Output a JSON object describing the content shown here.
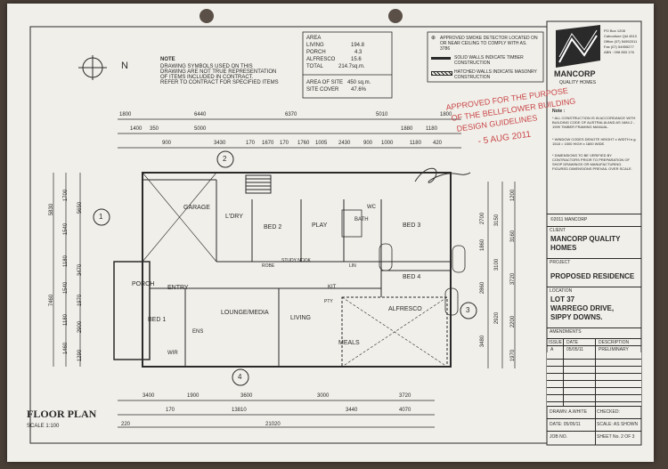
{
  "note": {
    "heading": "NOTE",
    "lines": [
      "DRAWING SYMBOLS USED ON THIS",
      "DRAWING ARE NOT TRUE REPRESENTATION",
      "OF ITEMS INCLUDED IN CONTRACT.",
      "REFER TO CONTRACT FOR SPECIFIED ITEMS"
    ]
  },
  "area_table": {
    "heading": "AREA",
    "rows": [
      {
        "label": "LIVING",
        "value": "194.8"
      },
      {
        "label": "PORCH",
        "value": "4.3"
      },
      {
        "label": "ALFRESCO",
        "value": "15.6"
      },
      {
        "label": "TOTAL",
        "value": "214.7sq.m."
      }
    ],
    "site_rows": [
      {
        "label": "AREA OF SITE",
        "value": "450 sq.m."
      },
      {
        "label": "SITE COVER",
        "value": "47.6%"
      }
    ]
  },
  "legend": {
    "smoke": "APPROVED SMOKE DETECTOR LOCATED ON OR NEAR CEILING TO COMPLY WITH AS. 3786",
    "solid": "SOLID WALLS INDICATE TIMBER CONSTRUCTION",
    "hatched": "HATCHED WALLS INDICATE MASONRY CONSTRUCTION"
  },
  "stamp": {
    "line1": "APPROVED FOR THE PURPOSE",
    "line2": "OF THE BELLFLOWER BUILDING",
    "line3": "DESIGN GUIDELINES",
    "date": "- 5 AUG 2011"
  },
  "company": {
    "name": "MANCORP",
    "tagline": "QUALITY HOMES",
    "address": [
      "PO Box 1208",
      "Caboolture Qld 4510",
      "Office (07) 54952011",
      "Fax (07) 54955277",
      "ABN : 098 853 176"
    ],
    "copyright": "©2011 MANCORP"
  },
  "notes": {
    "heading": "Note :",
    "items": [
      "* ALL CONSTRUCTION IS IN ACCORDANCE WITH BUILDING CODE OF AUSTRALIA AND AS 1684.2 - 1999 TIMBER FRAMING MANUAL.",
      "* WINDOW CODES DENOTE HEIGHT x WIDTH e.g. 1518 = 1500 HIGH x 1800 WIDE.",
      "* DIMENSIONS TO BE VERIFIED BY CONTRACTORS PRIOR TO PREPARATION OF SHOP DRAWINGS OR MANUFACTURING. FIGURED DIMENSIONS PREVAIL OVER SCALE."
    ]
  },
  "title_block": {
    "client_label": "CLIENT",
    "client": "MANCORP QUALITY HOMES",
    "project_label": "PROJECT",
    "project": "PROPOSED RESIDENCE",
    "location_label": "LOCATION",
    "location": [
      "LOT 37",
      "WARREGO DRIVE,",
      "SIPPY DOWNS."
    ],
    "amendments_label": "AMENDMENTS",
    "amend_headers": [
      "ISSUE",
      "DATE",
      "DESCRIPTION"
    ],
    "amend_row": [
      "A",
      "05/05/11",
      "PRELIMINARY"
    ],
    "drawn": "DRAWN: A.WHITE",
    "checked": "CHECKED:",
    "date": "DATE: 05/05/11",
    "scale": "SCALE: AS SHOWN",
    "job": "JOB NO.",
    "sheet": "SHEET No. 2 OF 3"
  },
  "drawing": {
    "title": "FLOOR PLAN",
    "scale": "SCALE 1:100",
    "north": "N",
    "rooms": {
      "garage": "GARAGE",
      "ldry": "L'DRY",
      "bed2": "BED 2",
      "play": "PLAY",
      "bath": "BATH",
      "wc": "WC",
      "bed3": "BED 3",
      "bed4": "BED 4",
      "porch": "PORCH",
      "entry": "ENTRY",
      "bed1": "BED 1",
      "lounge": "LOUNGE/MEDIA",
      "living": "LIVING",
      "kit": "KIT",
      "alfresco": "ALFRESCO",
      "meals": "MEALS",
      "ens": "ENS",
      "wir": "WIR",
      "study": "STUDY NOOK",
      "robe": "ROBE",
      "linen": "LIN",
      "pty": "PTY"
    },
    "top_dims": [
      "1800",
      "6440",
      "6370",
      "5010",
      "1800",
      "1400",
      "350",
      "5000",
      "1880",
      "1180",
      "900",
      "3430",
      "170",
      "1670",
      "170",
      "1760",
      "1005",
      "2430",
      "900",
      "1000",
      "1180",
      "420"
    ],
    "bottom_dims": [
      "3400",
      "1900",
      "3600",
      "3000",
      "3720",
      "170",
      "13810",
      "3440",
      "4070",
      "21020",
      "220"
    ],
    "left_dims": [
      "5830",
      "1700",
      "1540",
      "1180",
      "7460",
      "1540",
      "1180",
      "1460",
      "5650",
      "3470",
      "1970",
      "2900",
      "1290"
    ],
    "right_dims": [
      "2700",
      "1860",
      "3150",
      "3100",
      "1200",
      "3160",
      "3720",
      "2860",
      "3480",
      "2920",
      "2200",
      "1970"
    ],
    "markers": [
      "1",
      "2",
      "3",
      "4"
    ]
  }
}
